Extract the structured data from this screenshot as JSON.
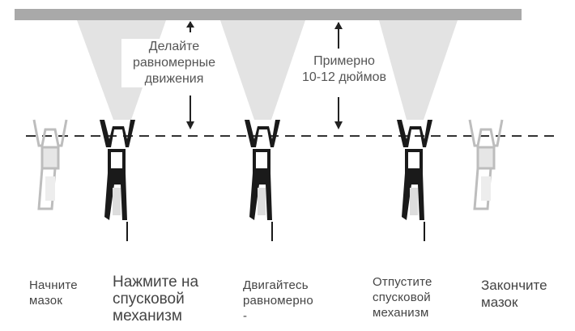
{
  "annotations": {
    "even_motion": "Делайте\nравномерные\nдвижения",
    "distance": "Примерно\n10-12 дюймов"
  },
  "steps": [
    {
      "text": "Начните\nмазок"
    },
    {
      "text": "Нажмите на\nспусковой\nмеханизм"
    },
    {
      "text": "Двигайтесь\nравномерно\n-"
    },
    {
      "text": "Отпустите\nспусковой\nмеханизм"
    },
    {
      "text": "Закончите\nмазок"
    }
  ],
  "colors": {
    "surface_bar": "#a9a9a9",
    "spray_cone": "#e3e3e3",
    "gun_active": "#1a1a1a",
    "gun_faded": "#bdbdbd",
    "dashed_path": "#333333"
  }
}
